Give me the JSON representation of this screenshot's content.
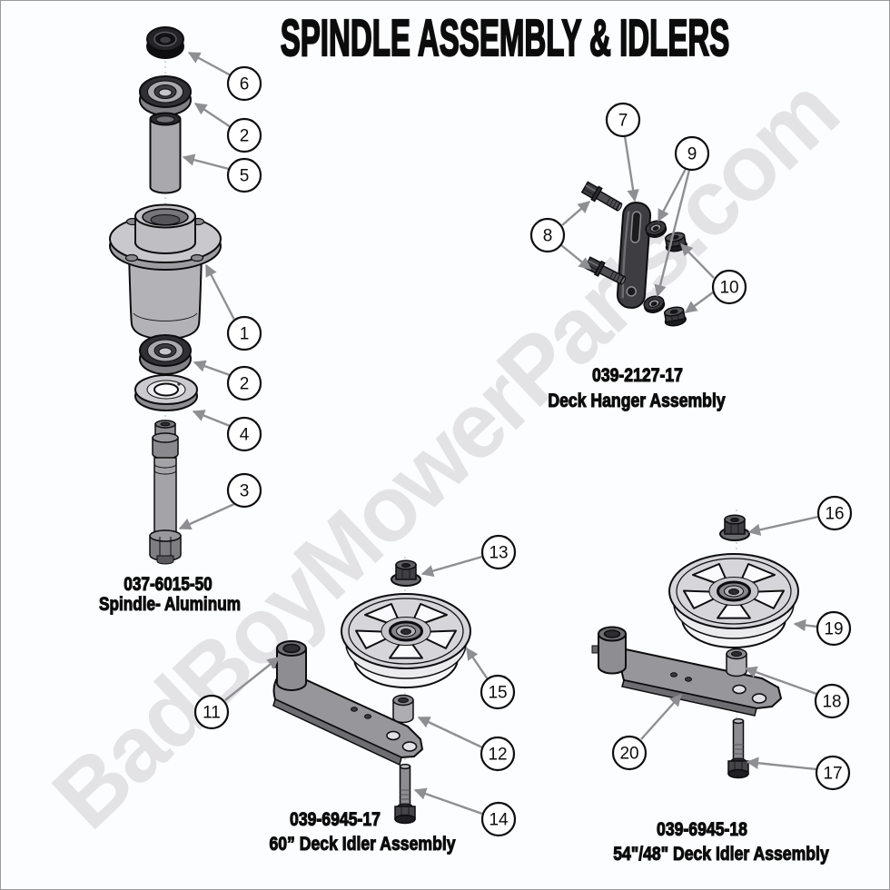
{
  "title": "SPINDLE ASSEMBLY & IDLERS",
  "watermark": "BadBoyMowerParts.com",
  "assemblies": {
    "spindle": {
      "part_number": "037-6015-50",
      "name": "Spindle- Aluminum"
    },
    "deck_hanger": {
      "part_number": "039-2127-17",
      "name": "Deck Hanger Assembly"
    },
    "idler_60": {
      "part_number": "039-6945-17",
      "name": "60” Deck Idler Assembly"
    },
    "idler_54_48": {
      "part_number": "039-6945-18",
      "name": "54\"/48\" Deck Idler Assembly"
    }
  },
  "callouts": [
    {
      "n": "6"
    },
    {
      "n": "2"
    },
    {
      "n": "5"
    },
    {
      "n": "1"
    },
    {
      "n": "2"
    },
    {
      "n": "4"
    },
    {
      "n": "3"
    },
    {
      "n": "7"
    },
    {
      "n": "9"
    },
    {
      "n": "8"
    },
    {
      "n": "10"
    },
    {
      "n": "13"
    },
    {
      "n": "15"
    },
    {
      "n": "11"
    },
    {
      "n": "12"
    },
    {
      "n": "14"
    },
    {
      "n": "16"
    },
    {
      "n": "19"
    },
    {
      "n": "18"
    },
    {
      "n": "20"
    },
    {
      "n": "17"
    }
  ],
  "colors": {
    "background": "#fcfdfe",
    "watermark": "#e3e3e6",
    "outline": "#0d0d0f",
    "arrow": "#8f8f93",
    "callout_fill": "#ffffff"
  }
}
